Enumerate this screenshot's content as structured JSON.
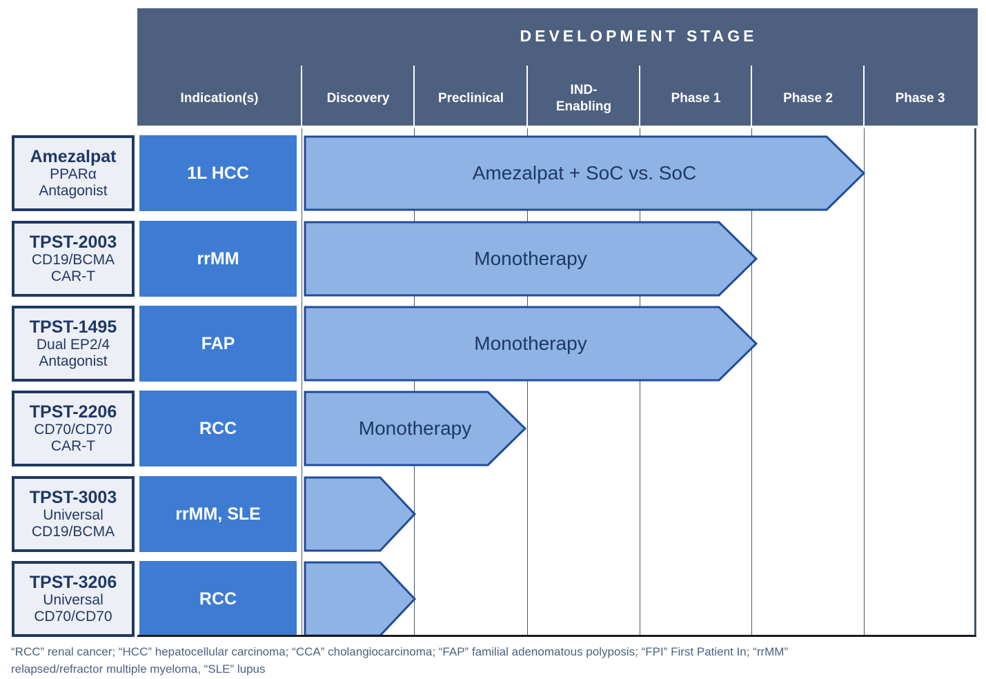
{
  "header": {
    "title": "DEVELOPMENT STAGE",
    "columns": [
      {
        "label": "Indication(s)"
      },
      {
        "label": "Discovery"
      },
      {
        "label": "Preclinical"
      },
      {
        "label": "IND-\nEnabling"
      },
      {
        "label": "Phase 1"
      },
      {
        "label": "Phase 2"
      },
      {
        "label": "Phase 3"
      }
    ]
  },
  "rows": [
    {
      "program": "Amezalpat",
      "sub1": "PPARα",
      "sub2": "Antagonist",
      "indication": "1L HCC",
      "arrow": {
        "label": "Amezalpat + SoC vs. SoC",
        "start": 3,
        "body_w": 758,
        "total_w": 814,
        "stage_reached": "Phase 2"
      }
    },
    {
      "program": "TPST-2003",
      "sub1": "CD19/BCMA",
      "sub2": "CAR-T",
      "indication": "rrMM",
      "arrow": {
        "label": "Monotherapy",
        "start": 3,
        "body_w": 602,
        "total_w": 658,
        "stage_reached": "Phase 1"
      }
    },
    {
      "program": "TPST-1495",
      "sub1": "Dual EP2/4",
      "sub2": "Antagonist",
      "indication": "FAP",
      "arrow": {
        "label": "Monotherapy",
        "start": 3,
        "body_w": 602,
        "total_w": 658,
        "stage_reached": "Phase 1"
      }
    },
    {
      "program": "TPST-2206",
      "sub1": "CD70/CD70",
      "sub2": "CAR-T",
      "indication": "RCC",
      "arrow": {
        "label": "Monotherapy",
        "start": 3,
        "body_w": 267,
        "total_w": 323,
        "stage_reached": "Preclinical"
      }
    },
    {
      "program": "TPST-3003",
      "sub1": "Universal",
      "sub2": "CD19/BCMA",
      "indication": "rrMM, SLE",
      "arrow": {
        "label": "",
        "start": 3,
        "body_w": 111,
        "total_w": 163,
        "stage_reached": "Discovery"
      }
    },
    {
      "program": "TPST-3206",
      "sub1": "Universal",
      "sub2": "CD70/CD70",
      "indication": "RCC",
      "arrow": {
        "label": "",
        "start": 3,
        "body_w": 111,
        "total_w": 163,
        "stage_reached": "Discovery"
      }
    }
  ],
  "footnote": {
    "line1": "“RCC” renal cancer; “HCC” hepatocellular carcinoma; “CCA” cholangiocarcinoma; “FAP” familial adenomatous polyposis; “FPI” First Patient In; “rrMM”",
    "line2": "relapsed/refractor multiple myeloma, “SLE” lupus"
  },
  "colors": {
    "header_bg": "#4D6080",
    "header_text": "#FFFFFF",
    "program_box_bg": "#EDEFF7",
    "program_box_border": "#1F3864",
    "program_text": "#1F3864",
    "indication_bg": "#3D7CD2",
    "indication_text": "#FFFFFF",
    "arrow_fill": "#8FB3E4",
    "arrow_stroke": "#1F4C9A",
    "arrow_text": "#1F3864",
    "gridline": "#44546A",
    "bottom_line": "#1A1A1A",
    "footnote_text": "#4D6080"
  }
}
